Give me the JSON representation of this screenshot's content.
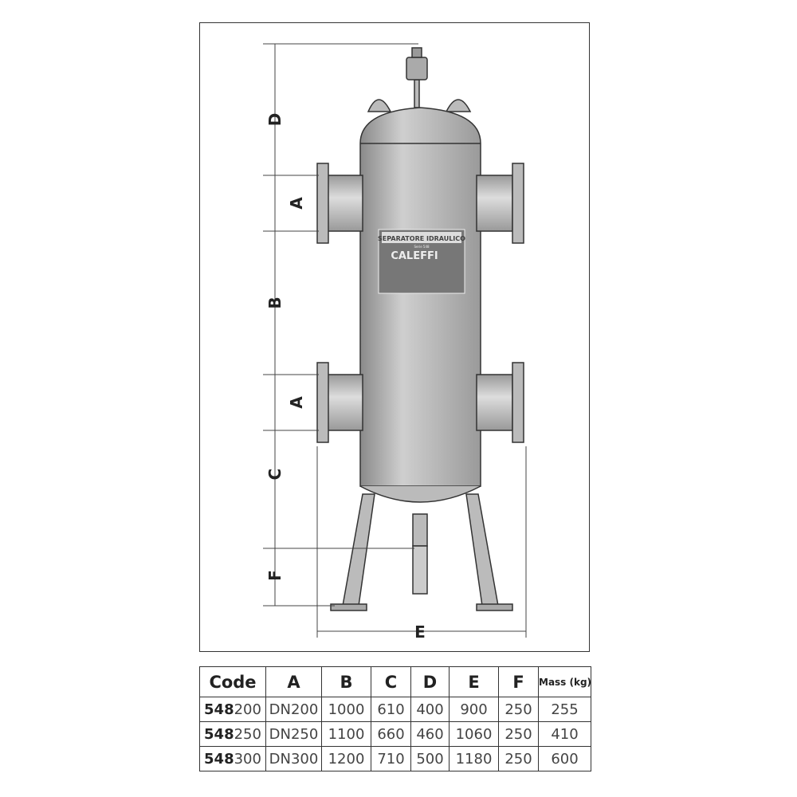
{
  "plate": {
    "title": "SEPARATORE IDRAULICO",
    "subtitle": "Serie 548",
    "brand": "CALEFFI"
  },
  "dimensions": {
    "D": "D",
    "A_top": "A",
    "B": "B",
    "A_bottom": "A",
    "C": "C",
    "F": "F",
    "E": "E"
  },
  "table": {
    "headers": [
      "Code",
      "A",
      "B",
      "C",
      "D",
      "E",
      "F",
      "Mass (kg)"
    ],
    "rows": [
      {
        "code_prefix": "548",
        "code_suffix": "200",
        "A": "DN200",
        "B": "1000",
        "C": "610",
        "D": "400",
        "E": "900",
        "F": "250",
        "mass": "255"
      },
      {
        "code_prefix": "548",
        "code_suffix": "250",
        "A": "DN250",
        "B": "1100",
        "C": "660",
        "D": "460",
        "E": "1060",
        "F": "250",
        "mass": "410"
      },
      {
        "code_prefix": "548",
        "code_suffix": "300",
        "A": "DN300",
        "B": "1200",
        "C": "710",
        "D": "500",
        "E": "1180",
        "F": "250",
        "mass": "600"
      }
    ]
  }
}
